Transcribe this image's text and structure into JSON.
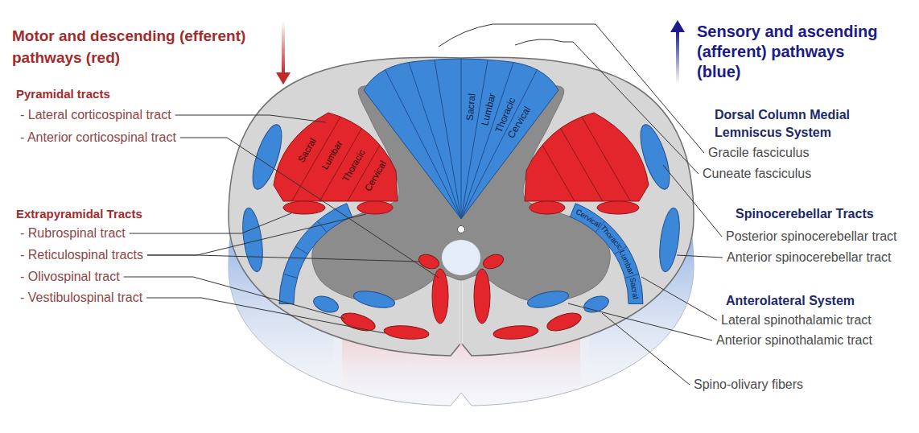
{
  "diagram": {
    "labels": [
      "Motor and descending (efferent) pathways (red)",
      "Sensory and ascending (afferent) pathways (blue)",
      "Pyramidal tracts",
      "- Lateral corticospinal tract",
      "- Anterior corticospinal tract",
      "Extrapyramidal Tracts",
      "- Rubrospinal tract",
      "- Reticulospinal tracts",
      "- Olivospinal tract",
      "- Vestibulospinal tract",
      "Dorsal Column Medial Lemniscus System",
      "Gracile fasciculus",
      "Cuneate fasciculus",
      "Spinocerebellar Tracts",
      "Posterior spinocerebellar tract",
      "Anterior spinocerebellar tract",
      "Anterolateral System",
      "Lateral spinothalamic tract",
      "Anterior spinothalamic tract",
      "Spino-olivary fibers",
      "Sacral",
      "Lumbar",
      "Thoracic",
      "Cervical",
      "Sacral",
      "Lumbar",
      "Thoracic",
      "Cervical",
      "Cervical",
      "Thoracic",
      "Lumbar",
      "Sacral"
    ]
  }
}
